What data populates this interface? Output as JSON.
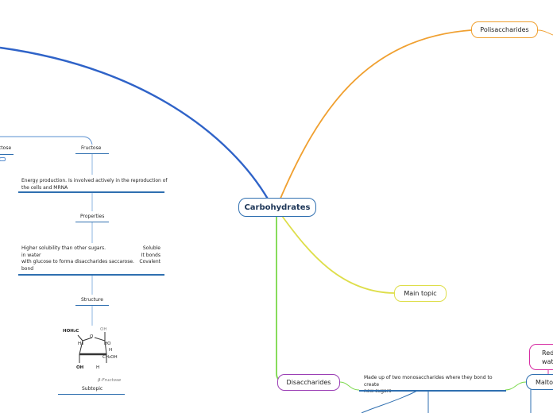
{
  "central": {
    "label": "Carbohydrates"
  },
  "branches": {
    "polisaccharides": "Polisaccharides",
    "main_topic": "Main topic",
    "disaccharides": "Disaccharides",
    "disaccharides_note_1": "Made up of two monosaccharides where they bond to create",
    "disaccharides_note_2": "new sugars",
    "reducing_line1": "Red",
    "reducing_line2": "wat",
    "maltose": "Malto"
  },
  "fructose_branch": {
    "cut_label": "ctose",
    "title": "Fructose",
    "energy_line1": "Energy production. Is involved actively in the reproduction of",
    "energy_line2": "the cells and MRNA",
    "properties": "Properties",
    "prop_left_1": "Higher solubility than other sugars.",
    "prop_left_2": "in water",
    "prop_left_3": "with glucose to forma disaccharides saccarose.",
    "prop_left_4": "bond",
    "prop_right_1": "Soluble",
    "prop_right_2": "It bonds",
    "prop_right_3": "Covalent",
    "structure": "Structure",
    "subtopic": "Subtopic"
  },
  "molecule": {
    "hoh2c": "HOH₂C",
    "oh_top": "OH",
    "o_ring": "O",
    "h_left": "H",
    "ho_right": "HO",
    "h_mid": "H",
    "oh_bottom": "OH",
    "h_bottom": "H",
    "ch2oh": "CH₂OH",
    "caption": "β-Fructose"
  },
  "colors": {
    "central": "#2f6fb0",
    "polisaccharides": "#f0a030",
    "main_topic": "#dede4a",
    "disaccharides": "#7ad84a",
    "disaccharides_box": "#9b3fb5",
    "reducing": "#d62ca3",
    "fructose_branch": "#2f6fb0"
  }
}
